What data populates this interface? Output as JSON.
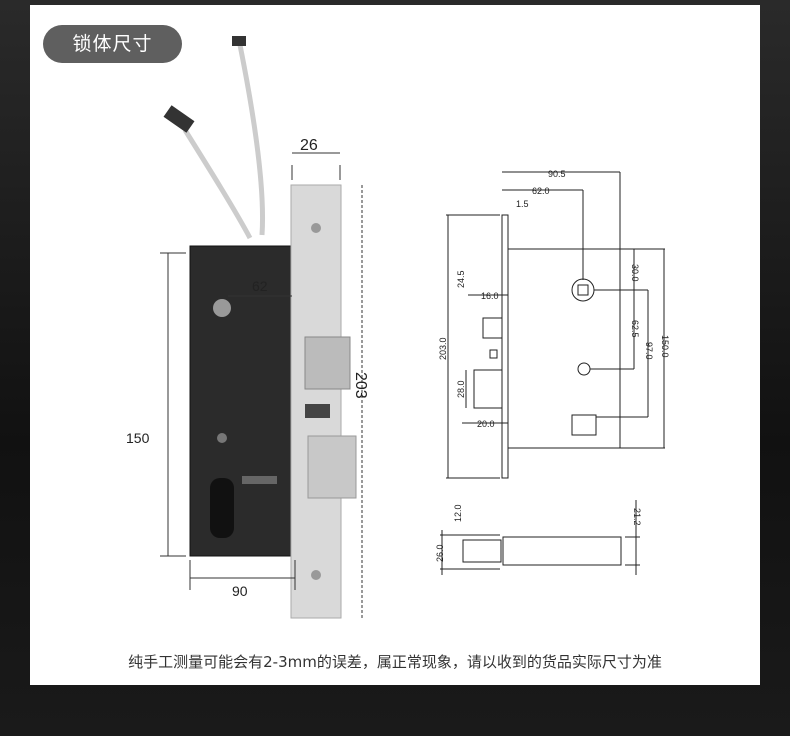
{
  "badge": "锁体尺寸",
  "photo_dims": {
    "width": "26",
    "height": "203",
    "backset": "62",
    "body_height": "150",
    "body_width": "90"
  },
  "drawing_dims": {
    "total_width": "90.5",
    "backset": "62.0",
    "faceplate": "1.5",
    "latch_offset": "24.5",
    "latch_proj": "16.0",
    "faceplate_height": "203.0",
    "bolt_height": "28.0",
    "bolt_proj": "20.0",
    "spindle_top": "30.0",
    "spindle_to_thumb": "62.5",
    "spindle_to_cyl": "97.0",
    "body_height": "150.0",
    "side_a": "12.0",
    "side_b": "26.0",
    "side_c": "21.2"
  },
  "caption": "纯手工测量可能会有2-3mm的误差，属正常现象，请以收到的货品实际尺寸为准"
}
